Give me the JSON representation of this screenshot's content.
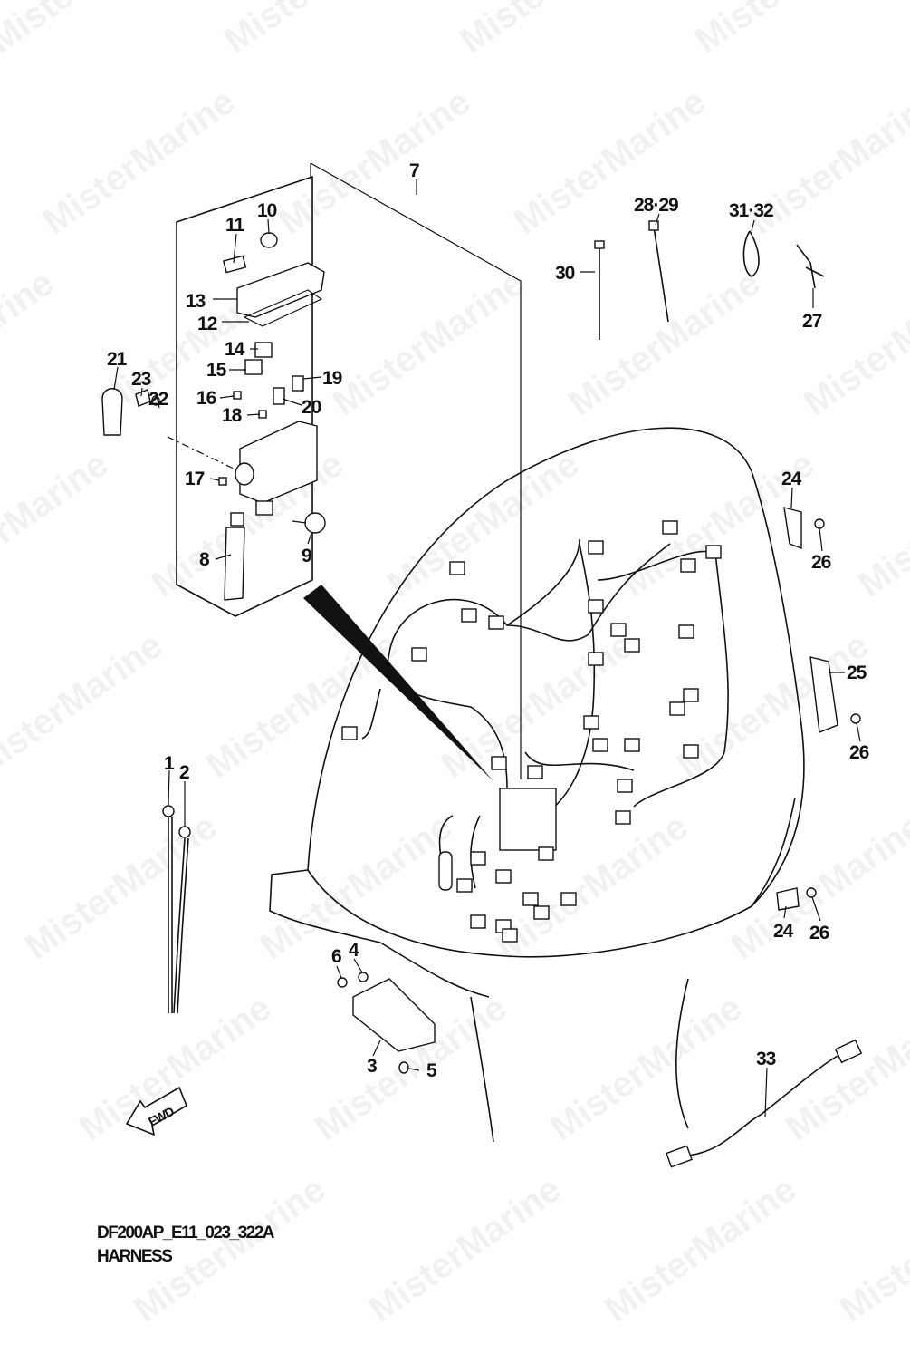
{
  "diagram": {
    "code": "DF200AP_E11_023_322A",
    "title": "HARNESS",
    "watermark": "MisterMarine",
    "direction_label": "FWD",
    "callouts": {
      "p1": "1",
      "p2": "2",
      "p3": "3",
      "p4": "4",
      "p5": "5",
      "p6": "6",
      "p7": "7",
      "p8": "8",
      "p9": "9",
      "p10": "10",
      "p11": "11",
      "p12": "12",
      "p13": "13",
      "p14": "14",
      "p15": "15",
      "p16": "16",
      "p17": "17",
      "p18": "18",
      "p19": "19",
      "p20": "20",
      "p21": "21",
      "p22": "22",
      "p23": "23",
      "p24a": "24",
      "p24b": "24",
      "p25": "25",
      "p26a": "26",
      "p26b": "26",
      "p26c": "26",
      "p27": "27",
      "p28_29": "28·29",
      "p30": "30",
      "p31_32": "31·32",
      "p33": "33"
    }
  }
}
